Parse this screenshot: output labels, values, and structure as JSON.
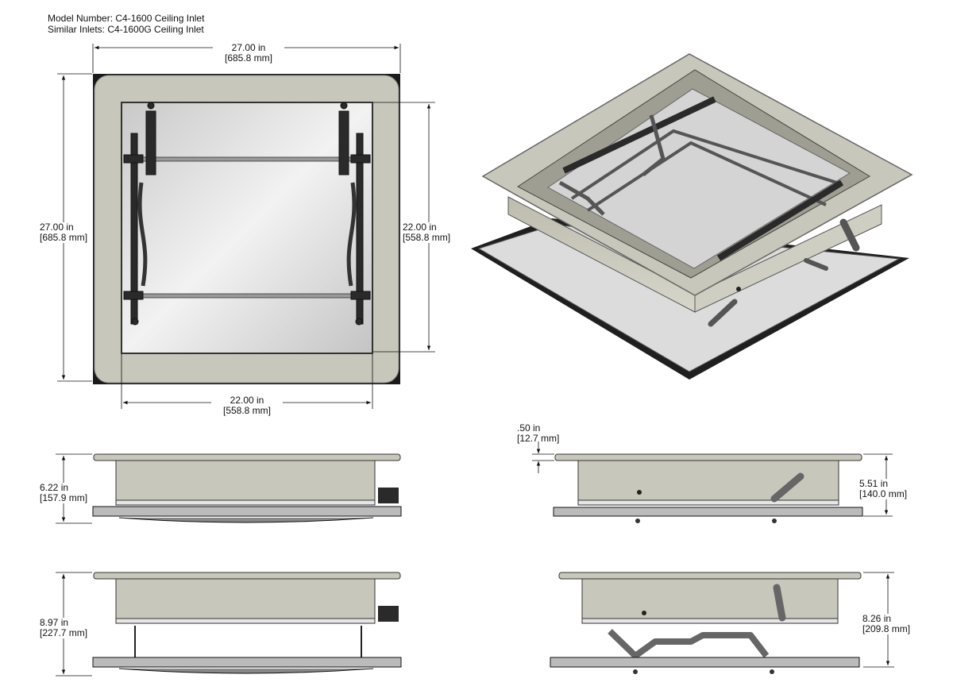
{
  "header": {
    "model_number": "Model Number: C4-1600 Ceiling Inlet",
    "similar_inlets": "Similar Inlets: C4-1600G Ceiling Inlet"
  },
  "dimensions": {
    "top_width": {
      "in": "27.00 in",
      "mm": "[685.8 mm]"
    },
    "left_height": {
      "in": "27.00 in",
      "mm": "[685.8 mm]"
    },
    "inner_height": {
      "in": "22.00 in",
      "mm": "[558.8 mm]"
    },
    "bottom_width": {
      "in": "22.00 in",
      "mm": "[558.8 mm]"
    },
    "flange": {
      "in": ".50 in",
      "mm": "[12.7 mm]"
    },
    "side_closed": {
      "in": "6.22 in",
      "mm": "[157.9 mm]"
    },
    "front_closed": {
      "in": "5.51 in",
      "mm": "[140.0 mm]"
    },
    "side_open": {
      "in": "8.97 in",
      "mm": "[227.7 mm]"
    },
    "front_open": {
      "in": "8.26 in",
      "mm": "[209.8 mm]"
    }
  },
  "colors": {
    "frame": "#c8c7bb",
    "frame_dark": "#a9a89b",
    "opening": "#d6d6d6",
    "line": "#111111",
    "mechanism": "#2a2a2a"
  }
}
